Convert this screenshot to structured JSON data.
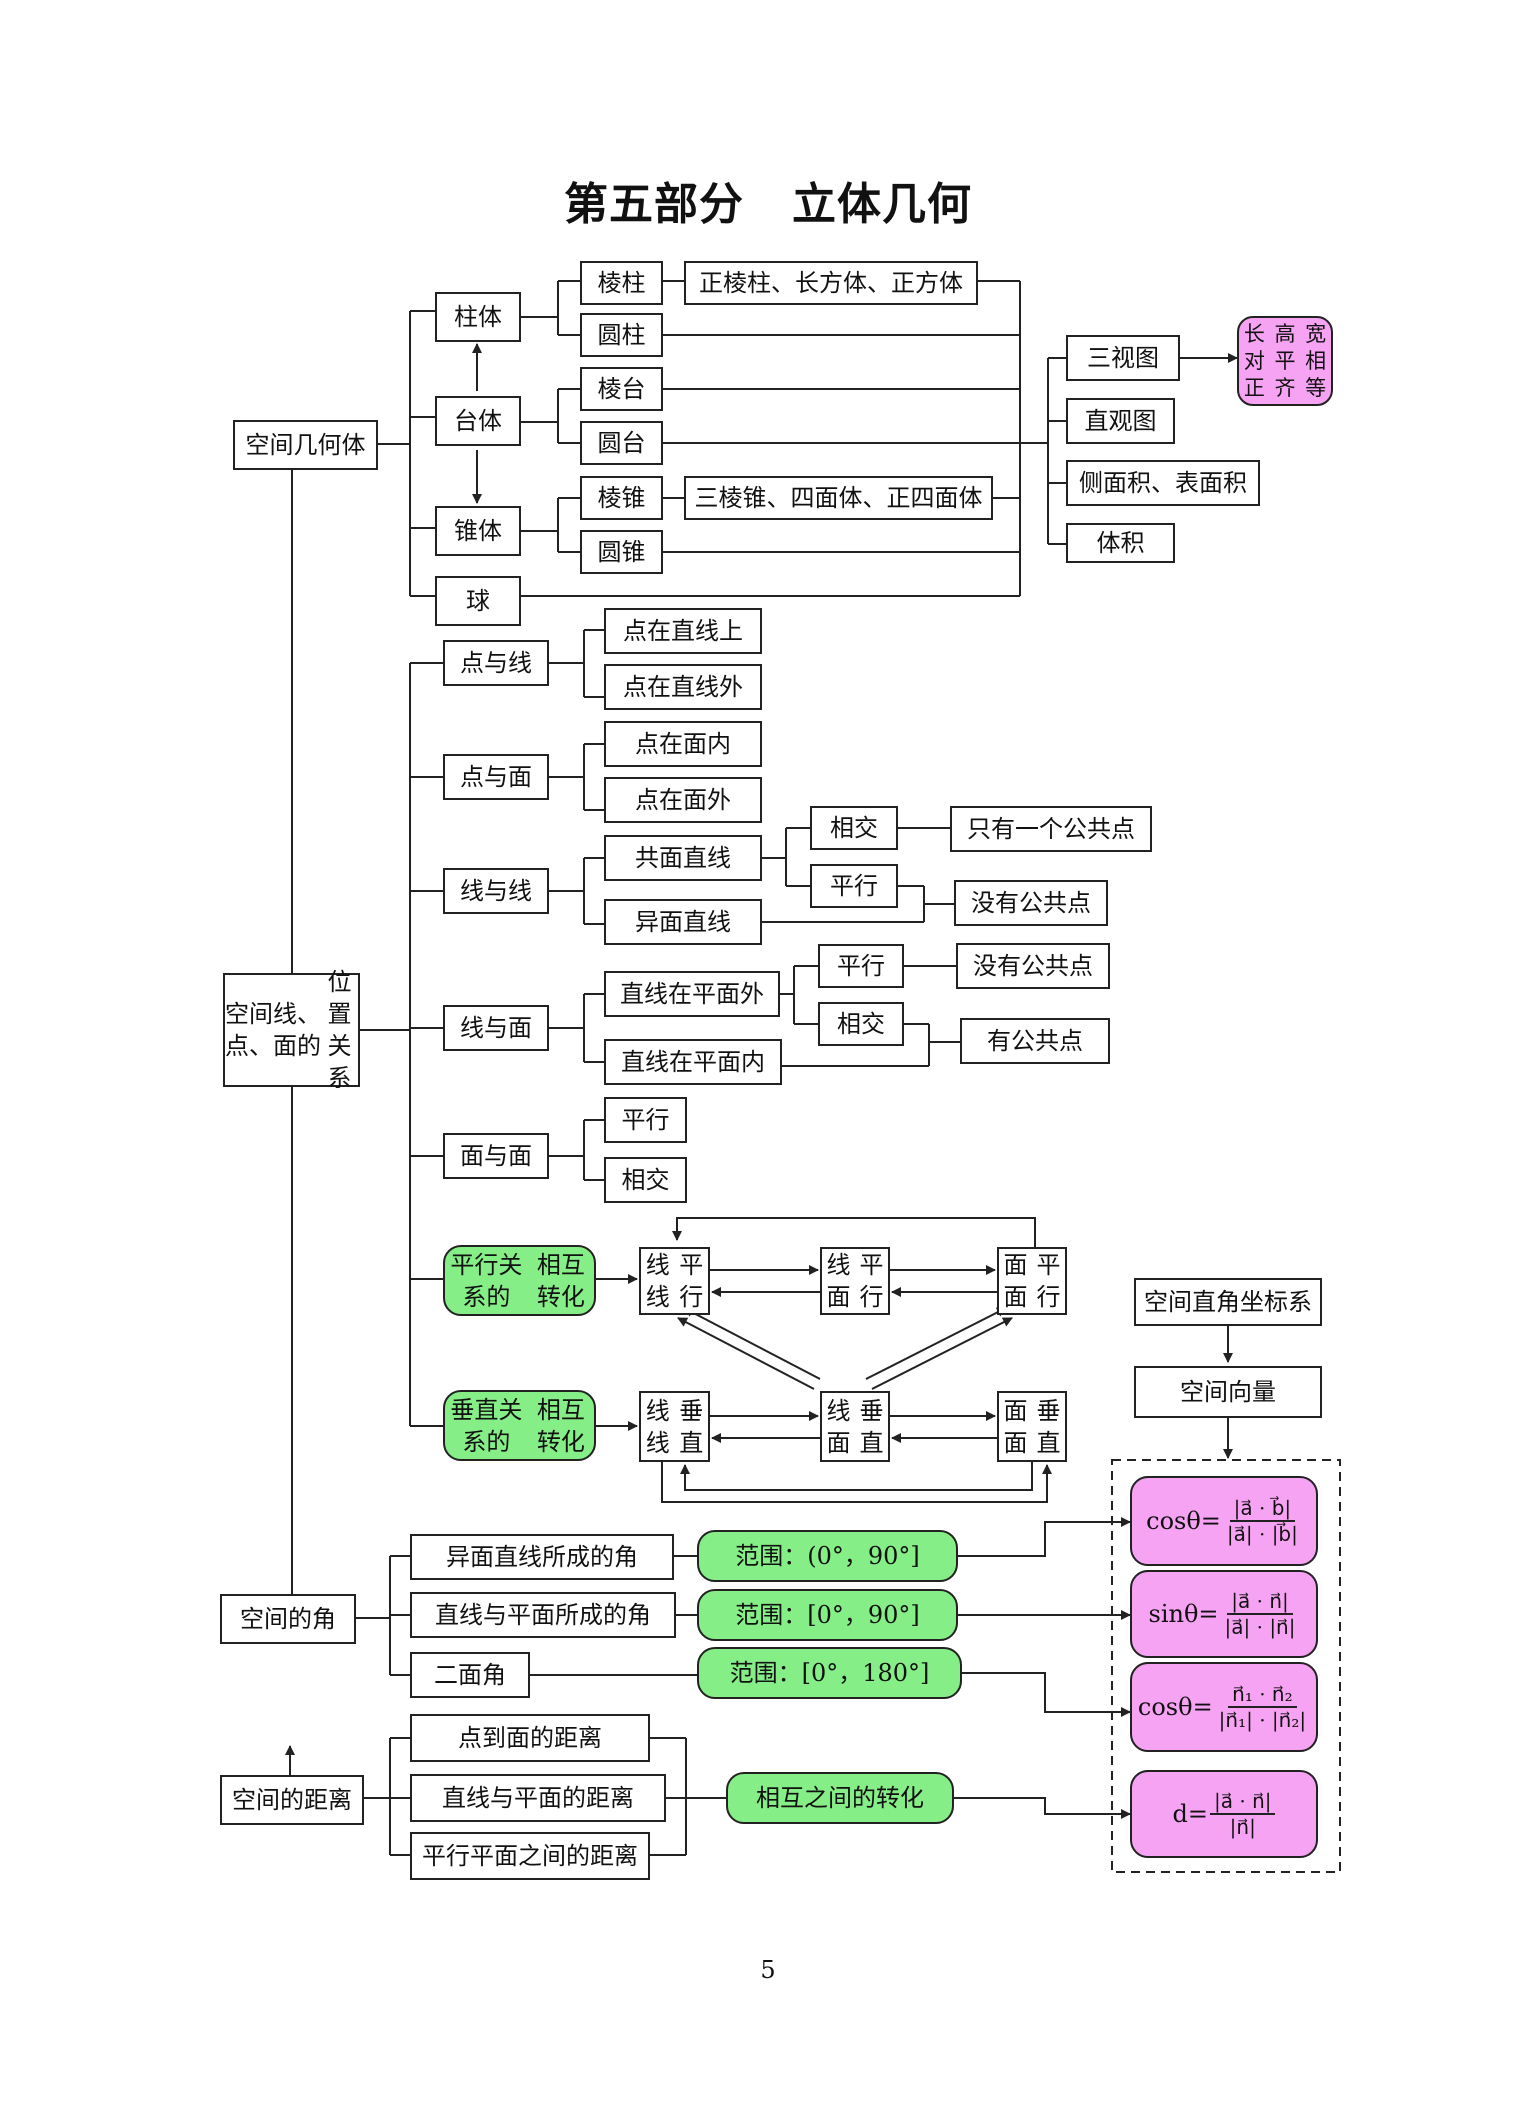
{
  "title": {
    "part": "第五部分",
    "subject": "立体几何"
  },
  "page_number": "5",
  "solid": {
    "root": "空间几何体",
    "prism": "柱体",
    "frustum": "台体",
    "pyramid": "锥体",
    "sphere": "球",
    "prism_leaf": "棱柱",
    "cylinder": "圆柱",
    "frustum_leaf": "棱台",
    "cone_frustum": "圆台",
    "pyramid_leaf": "棱锥",
    "cone": "圆锥",
    "prism_types": "正棱柱、长方体、正方体",
    "pyramid_types": "三棱锥、四面体、正四面体",
    "three_view": "三视图",
    "rule": [
      "长对正",
      "高平齐",
      "宽相等"
    ],
    "intuitive": "直观图",
    "area": "侧面积、表面积",
    "volume": "体积"
  },
  "position": {
    "root": [
      "空间点、",
      "线、面的",
      "位置关系"
    ],
    "pl": "点与线",
    "pl_on": "点在直线上",
    "pl_off": "点在直线外",
    "pp": "点与面",
    "pp_in": "点在面内",
    "pp_out": "点在面外",
    "ll": "线与线",
    "coplanar": "共面直线",
    "skew": "异面直线",
    "intersect": "相交",
    "parallel": "平行",
    "one_common": "只有一个公共点",
    "no_common": "没有公共点",
    "lp": "线与面",
    "line_out": "直线在平面外",
    "line_in": "直线在平面内",
    "lp_parallel": "平行",
    "lp_intersect": "相交",
    "lp_none": "没有公共点",
    "lp_some": "有公共点",
    "ff": "面与面",
    "ff_parallel": "平行",
    "ff_intersect": "相交",
    "par_conv": [
      "平行关系的",
      "相互转化"
    ],
    "ll_par": [
      "线线",
      "平行"
    ],
    "lf_par": [
      "线面",
      "平行"
    ],
    "ff_par": [
      "面面",
      "平行"
    ],
    "perp_conv": [
      "垂直关系的",
      "相互转化"
    ],
    "ll_perp": [
      "线线",
      "垂直"
    ],
    "lf_perp": [
      "线面",
      "垂直"
    ],
    "ff_perp": [
      "面面",
      "垂直"
    ]
  },
  "coords": {
    "system": "空间直角坐标系",
    "vector": "空间向量"
  },
  "angles": {
    "root": "空间的角",
    "skew": "异面直线所成的角",
    "line_plane": "直线与平面所成的角",
    "dihedral": "二面角",
    "range1": "范围：(0°，90°]",
    "range2": "范围：[0°，90°]",
    "range3": "范围：[0°，180°]"
  },
  "distance": {
    "root": "空间的距离",
    "point_plane": "点到面的距离",
    "line_plane": "直线与平面的距离",
    "plane_plane": "平行平面之间的距离",
    "convert": "相互之间的转化"
  },
  "formulas": {
    "f1": {
      "lhs": "cosθ=",
      "num": "|a⃗ · b⃗|",
      "den": "|a⃗| · |b⃗|"
    },
    "f2": {
      "lhs": "sinθ=",
      "num": "|a⃗ · n⃗|",
      "den": "|a⃗| · |n⃗|"
    },
    "f3": {
      "lhs": "cosθ=",
      "num": "n⃗₁ · n⃗₂",
      "den": "|n⃗₁| · |n⃗₂|"
    },
    "f4": {
      "lhs": "d=",
      "num": "|a⃗ · n⃗|",
      "den": "|n⃗|"
    }
  },
  "colors": {
    "green": "#86ee86",
    "pink": "#f7a3f3",
    "line": "#222222"
  }
}
